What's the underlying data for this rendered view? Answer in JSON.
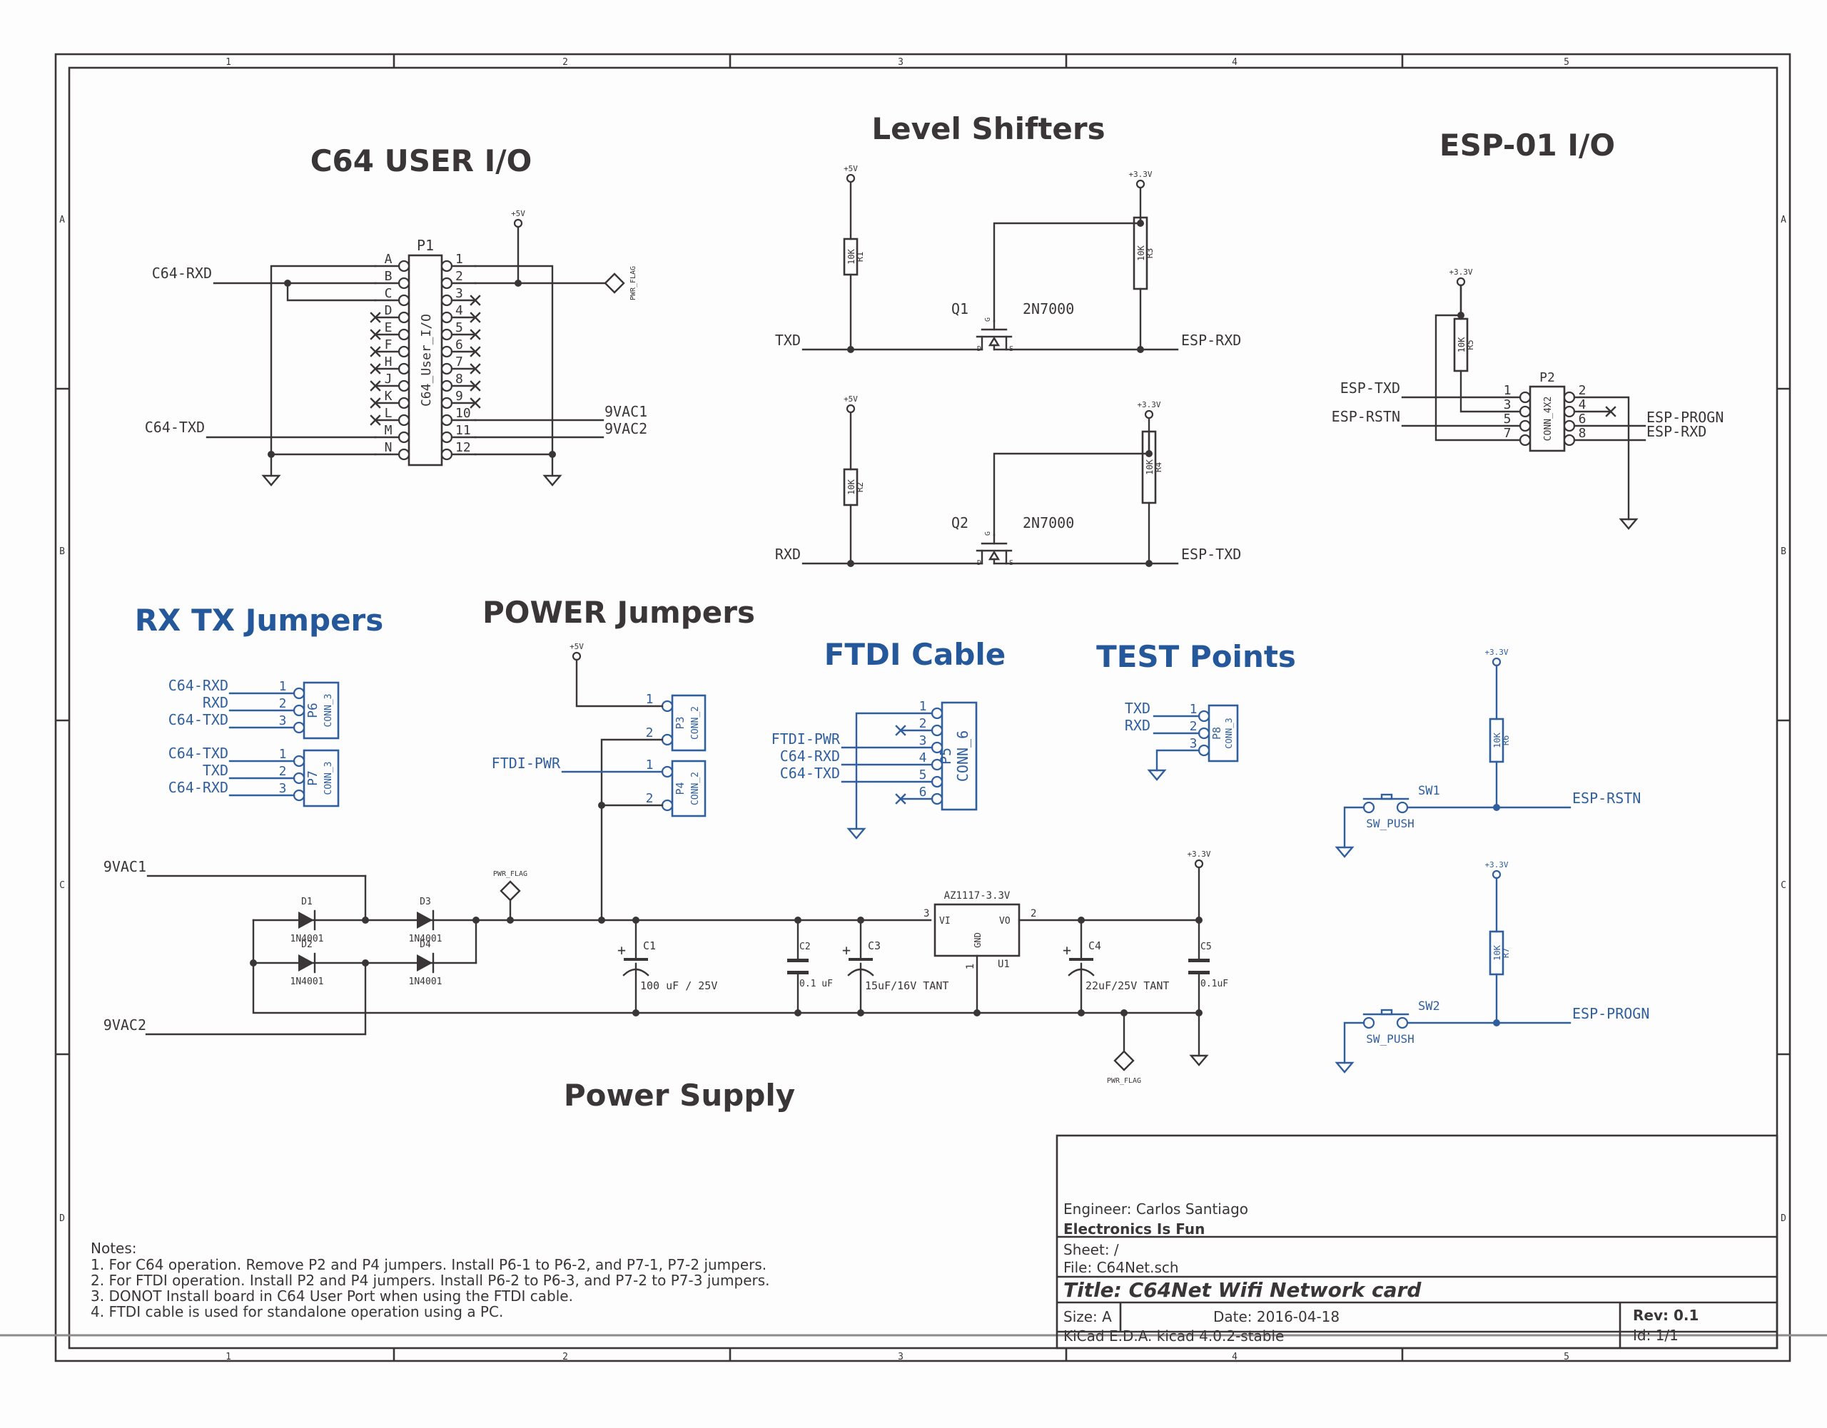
{
  "sheet": {
    "zone_columns": [
      "1",
      "2",
      "3",
      "4",
      "5"
    ],
    "zone_rows": [
      "A",
      "B",
      "C",
      "D"
    ],
    "ink_color": "#3a3536",
    "accent_color": "#2f5f9e"
  },
  "sections": {
    "c64_user_io": "C64 USER I/O",
    "level_shifters": "Level Shifters",
    "esp01_io": "ESP-01 I/O",
    "rx_tx_jumpers": "RX TX Jumpers",
    "power_jumpers": "POWER Jumpers",
    "ftdi_cable": "FTDI Cable",
    "test_points": "TEST Points",
    "power_supply": "Power Supply"
  },
  "c64_user_io": {
    "ref": "P1",
    "value": "C64_User_I/O",
    "left_pins": [
      "A",
      "B",
      "C",
      "D",
      "E",
      "F",
      "H",
      "J",
      "K",
      "L",
      "M",
      "N"
    ],
    "right_pins": [
      "1",
      "2",
      "3",
      "4",
      "5",
      "6",
      "7",
      "8",
      "9",
      "10",
      "11",
      "12"
    ],
    "nets": {
      "rxd": "C64-RXD",
      "txd": "C64-TXD",
      "vac1": "9VAC1",
      "vac2": "9VAC2",
      "pwr": "+5V",
      "flag": "PWR_FLAG"
    }
  },
  "level_shifters": {
    "q1": {
      "ref": "Q1",
      "value": "2N7000",
      "in": "TXD",
      "out": "ESP-RXD"
    },
    "q2": {
      "ref": "Q2",
      "value": "2N7000",
      "in": "RXD",
      "out": "ESP-TXD"
    },
    "resistors": [
      {
        "ref": "R1",
        "value": "10K",
        "rail": "+5V"
      },
      {
        "ref": "R3",
        "value": "10K",
        "rail": "+3.3V"
      },
      {
        "ref": "R2",
        "value": "10K",
        "rail": "+5V"
      },
      {
        "ref": "R4",
        "value": "10K",
        "rail": "+3.3V"
      }
    ],
    "pin_g": "G",
    "pin_d": "D",
    "pin_s": "S"
  },
  "esp01_io": {
    "ref": "P2",
    "value": "CONN_4X2",
    "rail": "+3.3V",
    "r5": {
      "ref": "R5",
      "value": "10K"
    },
    "left_pins": [
      "1",
      "3",
      "5",
      "7"
    ],
    "right_pins": [
      "2",
      "4",
      "6",
      "8"
    ],
    "nets": {
      "txd": "ESP-TXD",
      "rstn": "ESP-RSTN",
      "progn": "ESP-PROGN",
      "rxd": "ESP-RXD"
    }
  },
  "rx_tx_jumpers": {
    "p6": {
      "ref": "P6",
      "value": "CONN_3",
      "nets": [
        "C64-RXD",
        "RXD",
        "C64-TXD"
      ],
      "pins": [
        "1",
        "2",
        "3"
      ]
    },
    "p7": {
      "ref": "P7",
      "value": "CONN_3",
      "nets": [
        "C64-TXD",
        "TXD",
        "C64-RXD"
      ],
      "pins": [
        "1",
        "2",
        "3"
      ]
    }
  },
  "power_jumpers": {
    "p3": {
      "ref": "P3",
      "value": "CONN_2",
      "pins": [
        "1",
        "2"
      ]
    },
    "p4": {
      "ref": "P4",
      "value": "CONN_2",
      "pins": [
        "1",
        "2"
      ]
    },
    "rail": "+5V",
    "ftdi_net": "FTDI-PWR"
  },
  "ftdi_cable": {
    "ref": "P5",
    "value": "CONN_6",
    "pins": [
      "1",
      "2",
      "3",
      "4",
      "5",
      "6"
    ],
    "nets": [
      "FTDI-PWR",
      "C64-RXD",
      "C64-TXD"
    ]
  },
  "test_points": {
    "ref": "P8",
    "value": "CONN_3",
    "pins": [
      "1",
      "2",
      "3"
    ],
    "nets": [
      "TXD",
      "RXD"
    ]
  },
  "reset_buttons": {
    "sw1": {
      "ref": "SW1",
      "value": "SW_PUSH",
      "net": "ESP-RSTN",
      "r": "R6",
      "rv": "10K",
      "rail": "+3.3V"
    },
    "sw2": {
      "ref": "SW2",
      "value": "SW_PUSH",
      "net": "ESP-PROGN",
      "r": "R7",
      "rv": "10K",
      "rail": "+3.3V"
    }
  },
  "power_supply": {
    "in1": "9VAC1",
    "in2": "9VAC2",
    "diodes": [
      {
        "ref": "D1",
        "value": "1N4001"
      },
      {
        "ref": "D3",
        "value": "1N4001"
      },
      {
        "ref": "D2",
        "value": "1N4001"
      },
      {
        "ref": "D4",
        "value": "1N4001"
      }
    ],
    "flag": "PWR_FLAG",
    "c1": {
      "ref": "C1",
      "value": "100 uF / 25V"
    },
    "c2": {
      "ref": "C2",
      "value": "0.1 uF"
    },
    "c3": {
      "ref": "C3",
      "value": "15uF/16V TANT"
    },
    "u1": {
      "ref": "U1",
      "value": "AZ1117-3.3V",
      "vi": "VI",
      "vo": "VO",
      "gnd": "GND",
      "pin_in": "3",
      "pin_out": "2",
      "pin_gnd": "1"
    },
    "c4": {
      "ref": "C4",
      "value": "22uF/25V TANT"
    },
    "c5": {
      "ref": "C5",
      "value": "0.1uF"
    },
    "rail": "+3.3V",
    "plus": "+"
  },
  "notes": {
    "heading": "Notes:",
    "lines": [
      "1. For C64 operation. Remove P2 and P4 jumpers. Install P6-1 to P6-2, and P7-1, P7-2 jumpers.",
      "2. For FTDI operation. Install P2 and P4 jumpers. Install P6-2 to P6-3, and P7-2 to P7-3 jumpers.",
      "3. DONOT Install board in C64 User Port when using the FTDI cable.",
      "4. FTDI cable is used for standalone operation using a PC."
    ]
  },
  "title_block": {
    "engineer": "Engineer: Carlos Santiago",
    "company": "Electronics Is Fun",
    "sheet": "Sheet: /",
    "file": "File: C64Net.sch",
    "title": "Title: C64Net Wifi Network card",
    "size": "Size: A",
    "date": "Date: 2016-04-18",
    "rev": "Rev: 0.1",
    "tool": "KiCad E.D.A.  kicad 4.0.2-stable",
    "id": "Id: 1/1"
  }
}
